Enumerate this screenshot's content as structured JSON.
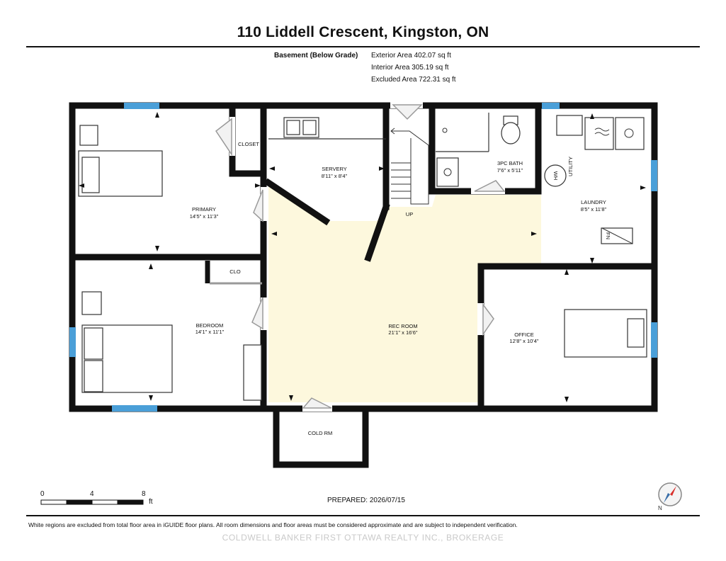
{
  "header": {
    "title": "110 Liddell Crescent, Kingston, ON",
    "level_label": "Basement (Below Grade)",
    "exterior_area": "Exterior Area 402.07 sq ft",
    "interior_area": "Interior Area 305.19 sq ft",
    "excluded_area": "Excluded Area 722.31 sq ft"
  },
  "rooms": {
    "primary": {
      "name": "PRIMARY",
      "dims": "14'5\" x 11'3\""
    },
    "closet": {
      "name": "CLOSET"
    },
    "servery": {
      "name": "SERVERY",
      "dims": "8'11\" x 8'4\""
    },
    "bath": {
      "name": "3PC BATH",
      "dims": "7'6\" x 5'11\""
    },
    "utility": {
      "name": "UTILITY"
    },
    "wh": {
      "name": "WH"
    },
    "laundry": {
      "name": "LAUNDRY",
      "dims": "8'5\" x 11'8\""
    },
    "fn": {
      "name": "FN"
    },
    "up": {
      "name": "UP"
    },
    "clo": {
      "name": "CLO"
    },
    "bedroom": {
      "name": "BEDROOM",
      "dims": "14'1\" x 11'1\""
    },
    "rec": {
      "name": "REC ROOM",
      "dims": "21'1\" x 16'6\""
    },
    "office": {
      "name": "OFFICE",
      "dims": "12'8\" x 10'4\""
    },
    "cold": {
      "name": "COLD RM"
    }
  },
  "scale": {
    "ticks": [
      "0",
      "4",
      "8"
    ],
    "unit": "ft"
  },
  "prepared": "PREPARED: 2026/07/15",
  "compass_label": "N",
  "disclaimer": "White regions are excluded from total floor area in iGUIDE floor plans. All room dimensions and floor areas must be considered approximate and are subject to independent verification.",
  "watermark": "COLDWELL BANKER FIRST OTTAWA REALTY INC., BROKERAGE",
  "colors": {
    "wall": "#111111",
    "window": "#4a9fd8",
    "highlight": "#fdf8dd",
    "door": "#999999"
  }
}
